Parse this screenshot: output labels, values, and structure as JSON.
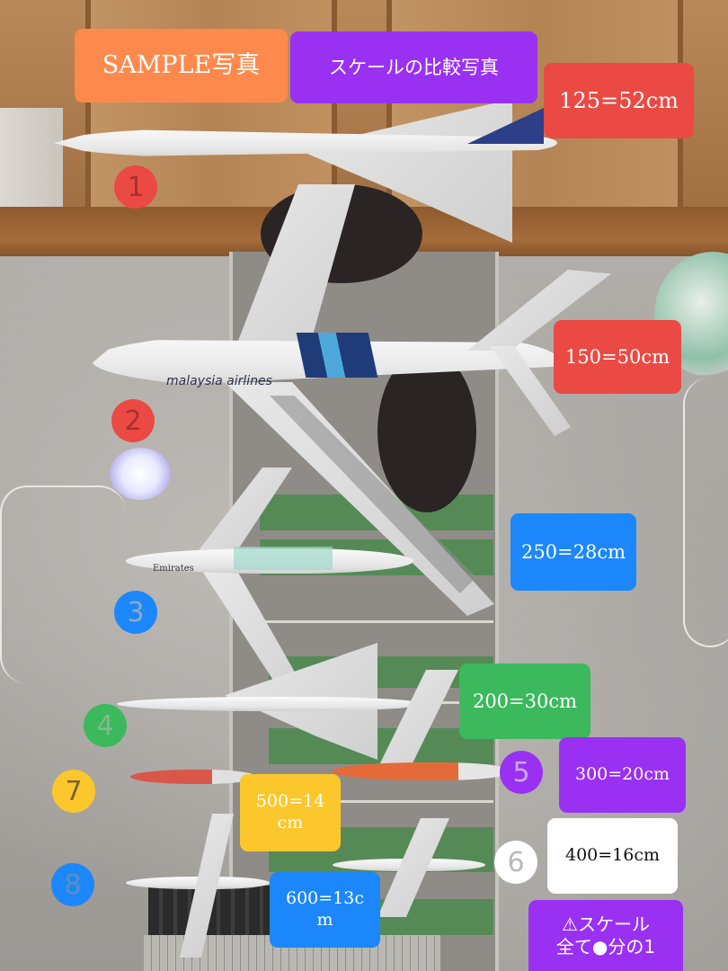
{
  "header": {
    "sample_label": "SAMPLE写真",
    "title_label": "スケールの比較写真"
  },
  "colors": {
    "orange": "#fd8a4c",
    "purple": "#9a31f2",
    "red": "#ea4a43",
    "blue": "#1c87fa",
    "green": "#3cb95c",
    "yellow": "#fcc72d",
    "white": "#ffffff"
  },
  "models": [
    {
      "number": "1",
      "scale_label": "125=52cm",
      "color": "red"
    },
    {
      "number": "2",
      "scale_label": "150=50cm",
      "color": "red"
    },
    {
      "number": "3",
      "scale_label": "250=28cm",
      "color": "blue"
    },
    {
      "number": "4",
      "scale_label": "200=30cm",
      "color": "green"
    },
    {
      "number": "5",
      "scale_label": "300=20cm",
      "color": "purple"
    },
    {
      "number": "6",
      "scale_label": "400=16cm",
      "color": "white"
    },
    {
      "number": "7",
      "scale_label_line1": "500=14",
      "scale_label_line2": "cm",
      "color": "yellow"
    },
    {
      "number": "8",
      "scale_label_line1": "600=13c",
      "scale_label_line2": "m",
      "color": "blue"
    }
  ],
  "note": {
    "line1": "⚠スケール",
    "line2": "全て●分の1"
  },
  "photo": {
    "airline_text_2": "malaysia airlines",
    "airline_text_3": "Emirates"
  }
}
